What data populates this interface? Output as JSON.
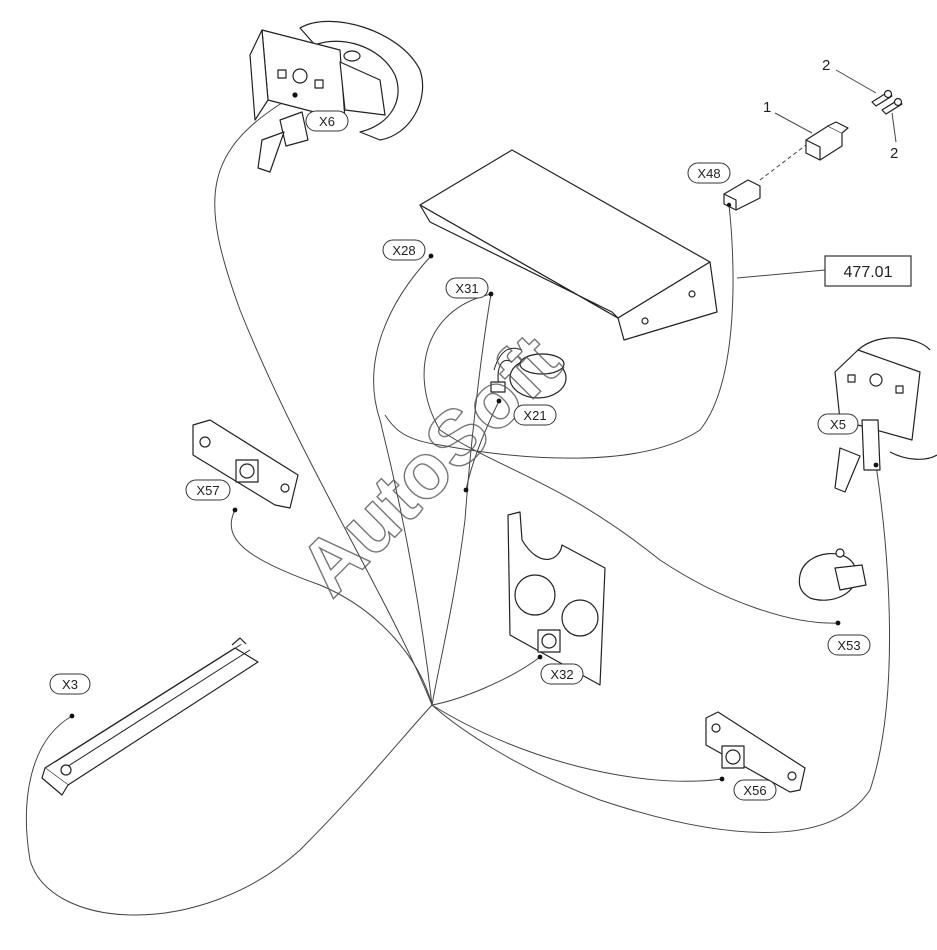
{
  "watermark": "AutoSoft",
  "reference": "477.01",
  "item_numbers": {
    "one": "1",
    "two_top": "2",
    "two_right": "2"
  },
  "connectors": [
    {
      "id": "x6",
      "label": "X6"
    },
    {
      "id": "x48",
      "label": "X48"
    },
    {
      "id": "x28",
      "label": "X28"
    },
    {
      "id": "x31",
      "label": "X31"
    },
    {
      "id": "x21",
      "label": "X21"
    },
    {
      "id": "x5",
      "label": "X5"
    },
    {
      "id": "x57",
      "label": "X57"
    },
    {
      "id": "x32",
      "label": "X32"
    },
    {
      "id": "x53",
      "label": "X53"
    },
    {
      "id": "x3",
      "label": "X3"
    },
    {
      "id": "x56",
      "label": "X56"
    }
  ]
}
